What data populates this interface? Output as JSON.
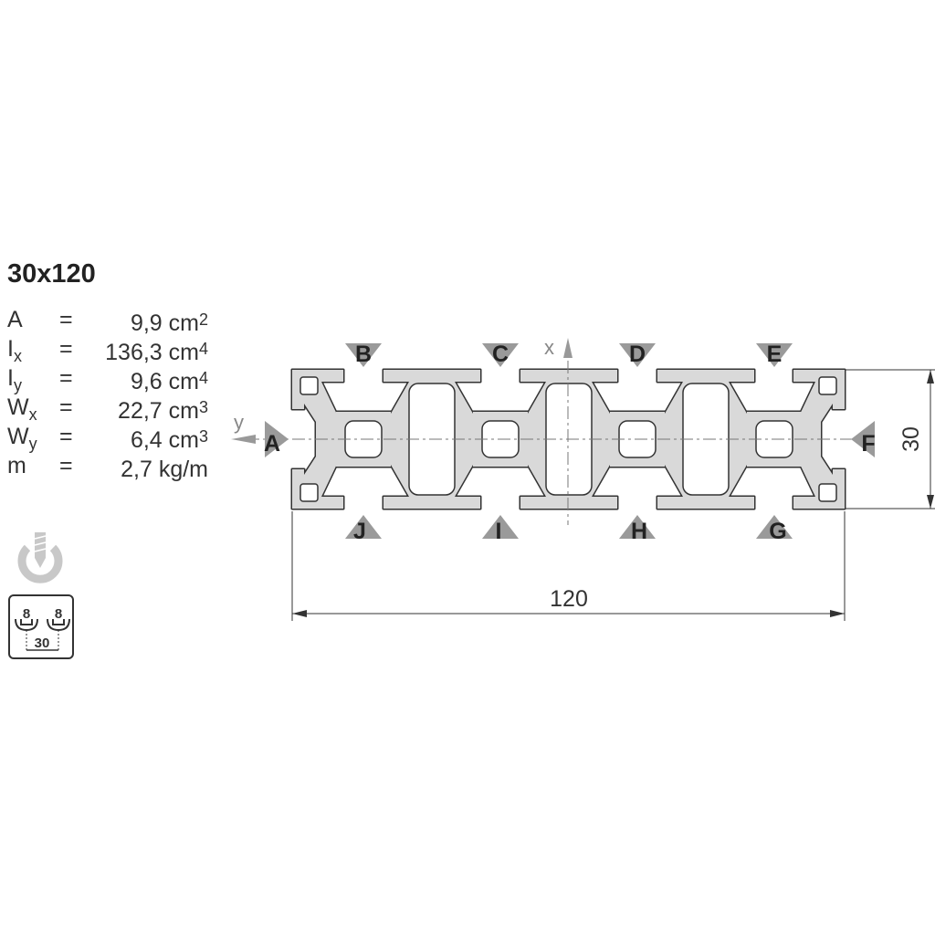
{
  "profile": {
    "title": "30x120",
    "properties": [
      {
        "symbol": "A",
        "sub": "",
        "value": "9,9 cm",
        "exp": "2"
      },
      {
        "symbol": "I",
        "sub": "x",
        "value": "136,3 cm",
        "exp": "4"
      },
      {
        "symbol": "I",
        "sub": "y",
        "value": "9,6 cm",
        "exp": "4"
      },
      {
        "symbol": "W",
        "sub": "x",
        "value": "22,7 cm",
        "exp": "3"
      },
      {
        "symbol": "W",
        "sub": "y",
        "value": "6,4 cm",
        "exp": "3"
      },
      {
        "symbol": "m",
        "sub": "",
        "value": "2,7 kg/m",
        "exp": ""
      }
    ],
    "equals": "="
  },
  "drawing": {
    "slot_labels": [
      "A",
      "B",
      "C",
      "D",
      "E",
      "F",
      "G",
      "H",
      "I",
      "J"
    ],
    "axis_x": "x",
    "axis_y": "y",
    "dim_height": "30",
    "dim_width": "120"
  },
  "slot_icon": {
    "left": "8",
    "right": "8",
    "spacing": "30"
  },
  "colors": {
    "profile_fill": "#d9d9d9",
    "outline": "#333333",
    "marker": "#9a9a9a"
  }
}
